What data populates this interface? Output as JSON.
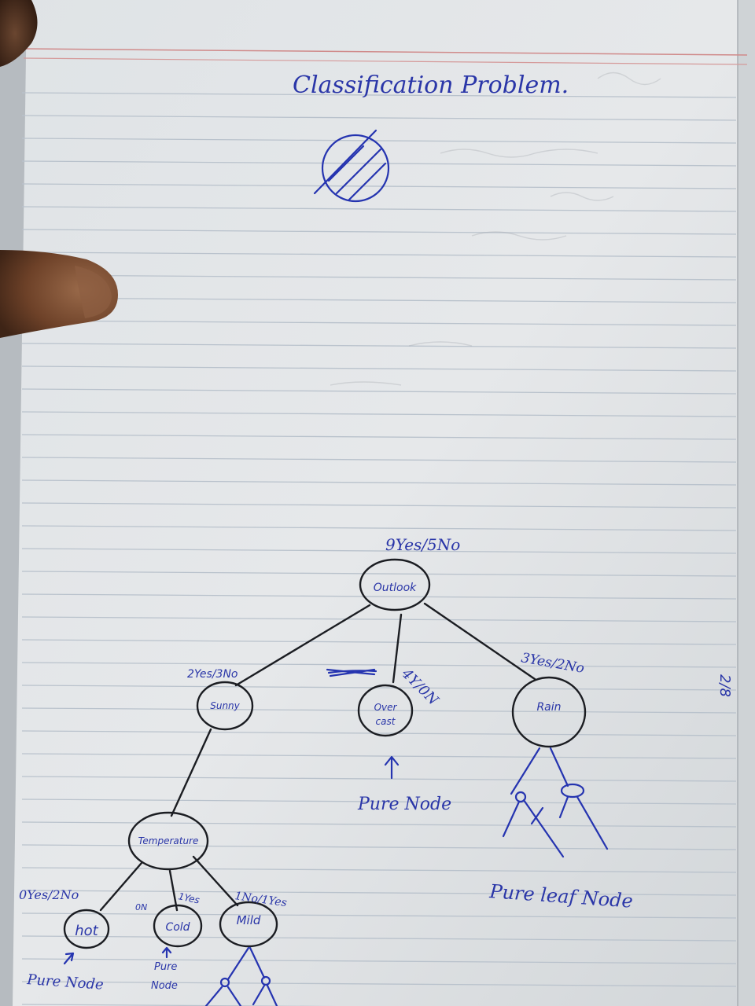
{
  "page": {
    "title": "Classification Problem.",
    "margin_note": "2/8"
  },
  "tree": {
    "root": {
      "label": "Outlook",
      "count": "9Yes/5No"
    },
    "sunny": {
      "label": "Sunny",
      "count": "2Yes/3No"
    },
    "overcast": {
      "label_line1": "Over",
      "label_line2": "cast",
      "count": "4Y/0N",
      "annotation": "Pure Node"
    },
    "rain": {
      "label": "Rain",
      "count": "3Yes/2No",
      "annotation": "Pure leaf Node"
    },
    "temperature": {
      "label": "Temperature"
    },
    "hot": {
      "label": "hot",
      "count": "0Yes/2No",
      "annotation": "Pure Node"
    },
    "cold": {
      "label": "Cold",
      "count_left": "0N",
      "count_right": "1Yes",
      "annotation_line1": "Pure",
      "annotation_line2": "Node"
    },
    "mild": {
      "label": "Mild",
      "count": "1No/1Yes"
    }
  },
  "colors": {
    "paper": "#e3e6e8",
    "ruled_line": "#b9c2cc",
    "margin_line": "#d08a8a",
    "blue_ink": "#2534b0",
    "black_ink": "#1b1d22",
    "skin": "#7a4a2c"
  }
}
